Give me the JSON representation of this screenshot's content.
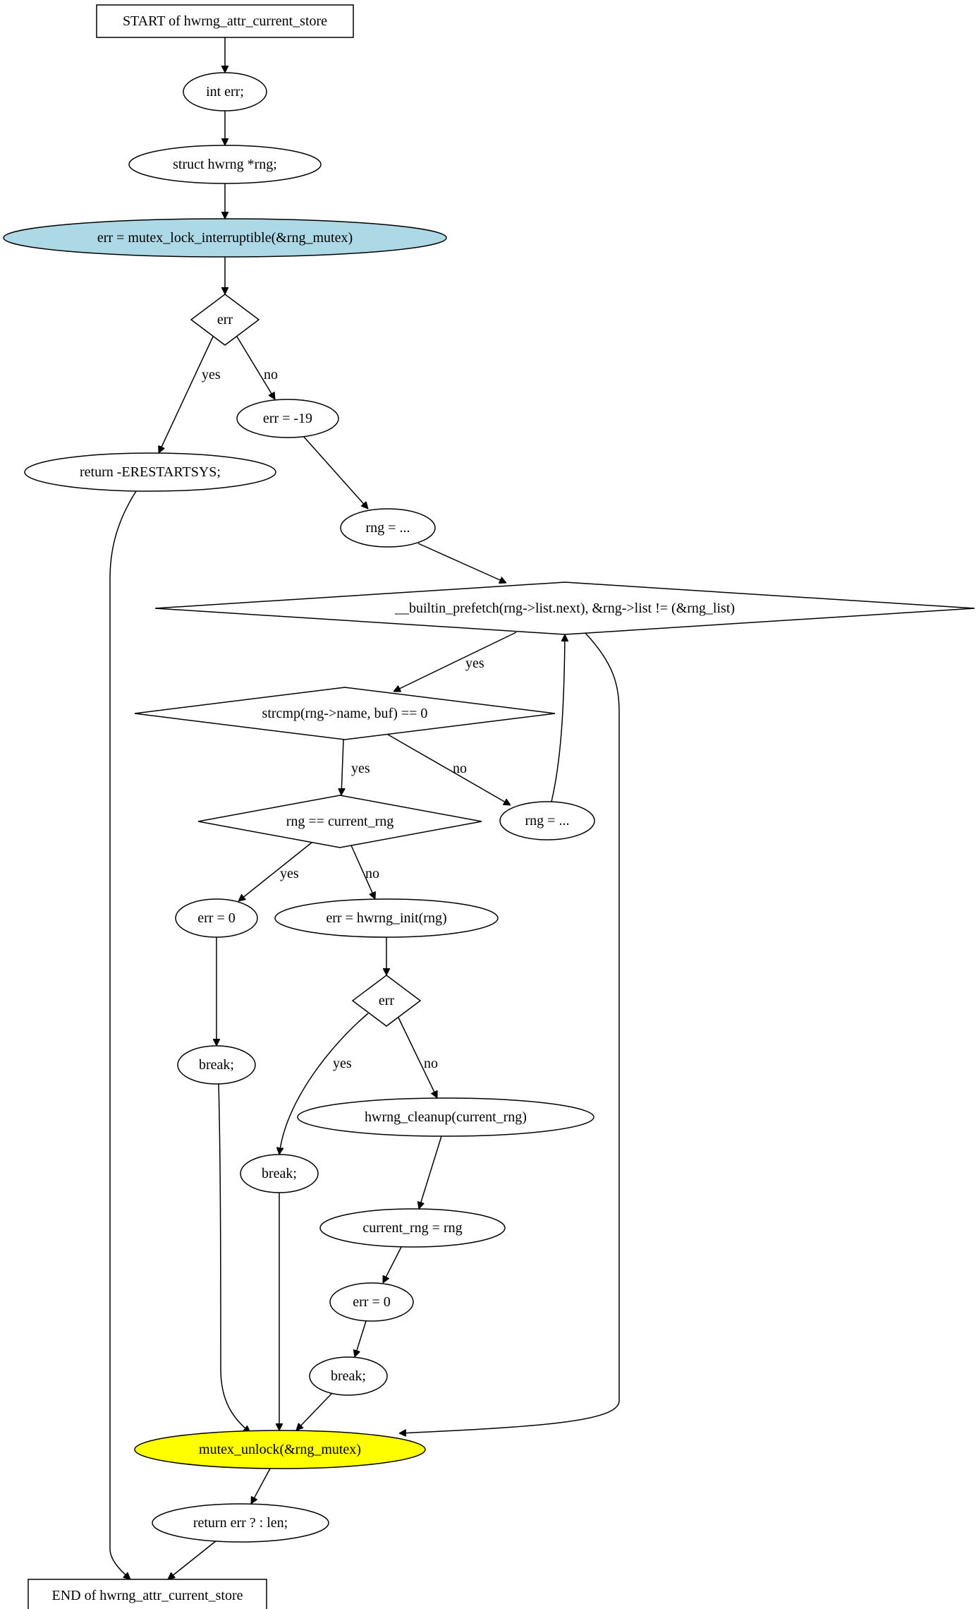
{
  "diagram": {
    "nodes": [
      {
        "id": "start",
        "shape": "box",
        "text": "START of hwrng_attr_current_store"
      },
      {
        "id": "n_int_err",
        "shape": "ellipse",
        "text": "int err;"
      },
      {
        "id": "n_struct",
        "shape": "ellipse",
        "text": "struct hwrng *rng;"
      },
      {
        "id": "n_lock",
        "shape": "ellipse",
        "text": "err = mutex_lock_interruptible(&rng_mutex)",
        "fill": "#add8e6"
      },
      {
        "id": "d_err1",
        "shape": "diamond",
        "text": "err"
      },
      {
        "id": "n_return_restart",
        "shape": "ellipse",
        "text": "return -ERESTARTSYS;"
      },
      {
        "id": "n_err19",
        "shape": "ellipse",
        "text": "err = -19"
      },
      {
        "id": "n_rng_init",
        "shape": "ellipse",
        "text": "rng = ..."
      },
      {
        "id": "d_loop",
        "shape": "diamond",
        "text": "__builtin_prefetch(rng->list.next), &rng->list != (&rng_list)"
      },
      {
        "id": "d_strcmp",
        "shape": "diamond",
        "text": "strcmp(rng->name, buf) == 0"
      },
      {
        "id": "n_rng_next",
        "shape": "ellipse",
        "text": "rng = ..."
      },
      {
        "id": "d_current",
        "shape": "diamond",
        "text": "rng == current_rng"
      },
      {
        "id": "n_err0a",
        "shape": "ellipse",
        "text": "err = 0"
      },
      {
        "id": "n_hwinit",
        "shape": "ellipse",
        "text": "err = hwrng_init(rng)"
      },
      {
        "id": "d_err2",
        "shape": "diamond",
        "text": "err"
      },
      {
        "id": "n_break1",
        "shape": "ellipse",
        "text": "break;"
      },
      {
        "id": "n_break2",
        "shape": "ellipse",
        "text": "break;"
      },
      {
        "id": "n_cleanup",
        "shape": "ellipse",
        "text": "hwrng_cleanup(current_rng)"
      },
      {
        "id": "n_assign",
        "shape": "ellipse",
        "text": "current_rng = rng"
      },
      {
        "id": "n_err0b",
        "shape": "ellipse",
        "text": "err = 0"
      },
      {
        "id": "n_break3",
        "shape": "ellipse",
        "text": "break;"
      },
      {
        "id": "n_unlock",
        "shape": "ellipse",
        "text": "mutex_unlock(&rng_mutex)",
        "fill": "#ffff00"
      },
      {
        "id": "n_return_len",
        "shape": "ellipse",
        "text": "return err ? : len;"
      },
      {
        "id": "end",
        "shape": "box",
        "text": "END of hwrng_attr_current_store"
      }
    ],
    "edges": [
      {
        "id": "e1",
        "label": ""
      },
      {
        "id": "e2",
        "label": ""
      },
      {
        "id": "e3",
        "label": ""
      },
      {
        "id": "e4",
        "label": ""
      },
      {
        "id": "e5",
        "label": "yes"
      },
      {
        "id": "e6",
        "label": "no"
      },
      {
        "id": "e7",
        "label": ""
      },
      {
        "id": "e8",
        "label": ""
      },
      {
        "id": "e9",
        "label": ""
      },
      {
        "id": "e10",
        "label": "yes"
      },
      {
        "id": "e11",
        "label": "no"
      },
      {
        "id": "e12",
        "label": "yes"
      },
      {
        "id": "e13",
        "label": "no"
      },
      {
        "id": "e14",
        "label": ""
      },
      {
        "id": "e15",
        "label": "yes"
      },
      {
        "id": "e16",
        "label": "no"
      },
      {
        "id": "e17",
        "label": ""
      },
      {
        "id": "e18",
        "label": ""
      },
      {
        "id": "e19",
        "label": "yes"
      },
      {
        "id": "e20",
        "label": "no"
      },
      {
        "id": "e21",
        "label": ""
      },
      {
        "id": "e22",
        "label": ""
      },
      {
        "id": "e23",
        "label": ""
      },
      {
        "id": "e24",
        "label": ""
      },
      {
        "id": "e25",
        "label": ""
      },
      {
        "id": "e26",
        "label": ""
      },
      {
        "id": "e27",
        "label": ""
      },
      {
        "id": "e28",
        "label": ""
      }
    ]
  }
}
